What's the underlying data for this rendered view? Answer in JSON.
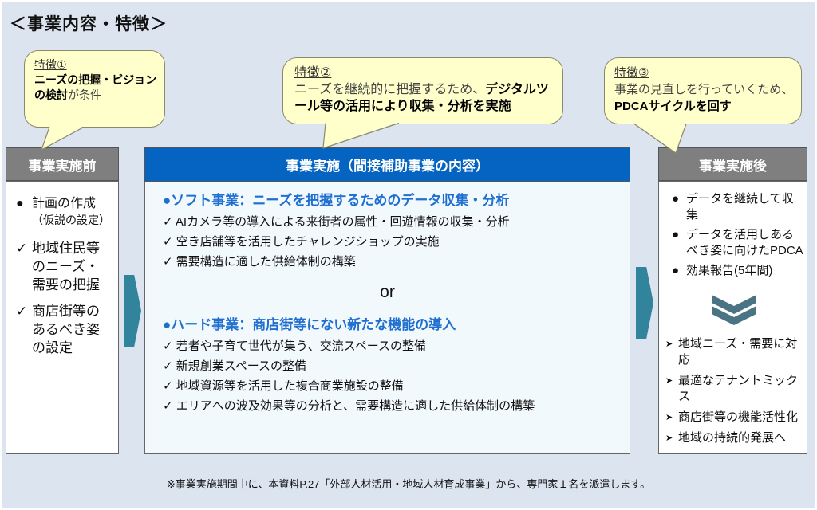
{
  "title": "＜事業内容・特徴＞",
  "callouts": [
    {
      "label": "特徴①",
      "bold1": "ニーズの把握・ビジョンの検討",
      "normal1": "が条件"
    },
    {
      "label": "特徴②",
      "normal1": "ニーズを継続的に把握するため、",
      "bold1": "デジタルツール等の活用により収集・分析を実施"
    },
    {
      "label": "特徴③",
      "normal1": "事業の見直しを行っていくため、",
      "bold1": "PDCAサイクルを回す"
    }
  ],
  "before": {
    "header": "事業実施前",
    "items": [
      {
        "bullet": "●",
        "text": "計画の作成",
        "sub": "（仮説の設定）"
      },
      {
        "bullet": "✓",
        "text": "地域住民等のニーズ・需要の把握"
      },
      {
        "bullet": "✓",
        "text": "商店街等のあるべき姿の設定"
      }
    ]
  },
  "main": {
    "header": "事業実施（間接補助事業の内容）",
    "soft": {
      "title": "●ソフト事業：ニーズを把握するためのデータ収集・分析",
      "items": [
        "AIカメラ等の導入による来街者の属性・回遊情報の収集・分析",
        "空き店舗等を活用したチャレンジショップの実施",
        "需要構造に適した供給体制の構築"
      ]
    },
    "or": "or",
    "hard": {
      "title": "●ハード事業：商店街等にない新たな機能の導入",
      "items": [
        "若者や子育て世代が集う、交流スペースの整備",
        "新規創業スペースの整備",
        "地域資源等を活用した複合商業施設の整備",
        "エリアへの波及効果等の分析と、需要構造に適した供給体制の構築"
      ]
    }
  },
  "after": {
    "header": "事業実施後",
    "items": [
      "データを継続して収集",
      "データを活用しあるべき姿に向けたPDCA",
      "効果報告(5年間)"
    ],
    "outcomes": [
      "地域ニーズ・需要に対応",
      "最適なテナントミックス",
      "商店街等の機能活性化",
      "地域の持続的発展へ"
    ]
  },
  "note": "※事業実施期間中に、本資料P.27「外部人材活用・地域人材育成事業」から、専門家１名を派遣します。",
  "colors": {
    "gray": "#7f7f7f",
    "blue": "#0563c1",
    "teal": "#31849b",
    "callout": "#ffffcc"
  }
}
